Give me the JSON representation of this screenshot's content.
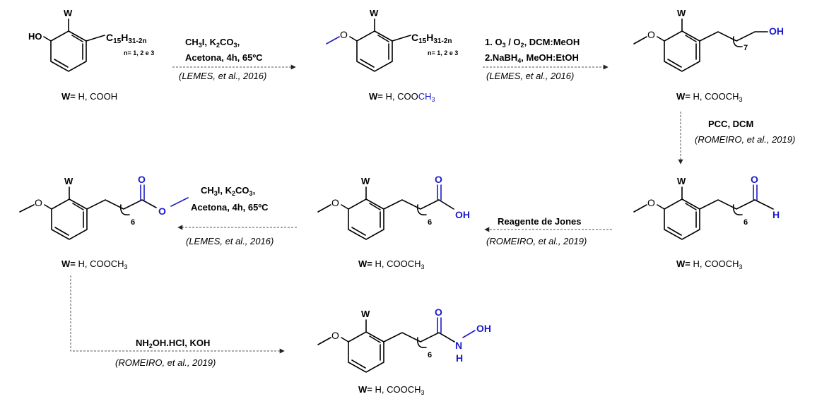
{
  "labels": {
    "W": "W",
    "HO": "HO",
    "OH": "OH",
    "O": "O",
    "H": "H",
    "N": "N",
    "chain_C": "C",
    "chain_15": "15",
    "chain_H": "H",
    "chain_sub": "31-2n",
    "n_note": "n= 1, 2 e 3",
    "sub7": "7",
    "sub6": "6"
  },
  "w_labels": {
    "w1_prefix": "W=",
    "w1_rest": " H, COOH",
    "w_prefix": "W=",
    "w_rest": " H, COO",
    "ch": "CH",
    "three": "3"
  },
  "reagents": {
    "r1_a": "CH",
    "r1_a3": "3",
    "r1_b": "I,  K",
    "r1_b2": "2",
    "r1_c": "CO",
    "r1_c3": "3",
    "r1_d": ",",
    "r1_line2": "Acetona, 4h, 65ºC",
    "r1_ref": "(LEMES, et al., 2016)",
    "r2_a": "1. O",
    "r2_a3": "3",
    "r2_b": " / O",
    "r2_b2": "2",
    "r2_c": ", DCM:MeOH",
    "r2_d": "2.NaBH",
    "r2_d4": "4",
    "r2_e": ", MeOH:EtOH",
    "r2_ref": "(LEMES, et al., 2016)",
    "r3_line1": "PCC, DCM",
    "r3_ref": "(ROMEIRO, et al., 2019)",
    "r4_line1": "Reagente de Jones",
    "r4_ref": "(ROMEIRO, et al., 2019)",
    "r5_ref": "(LEMES, et al., 2016)",
    "r6_a": "NH",
    "r6_a2": "2",
    "r6_b": "OH.HCl,  KOH",
    "r6_ref": "(ROMEIRO, et al., 2019)"
  }
}
